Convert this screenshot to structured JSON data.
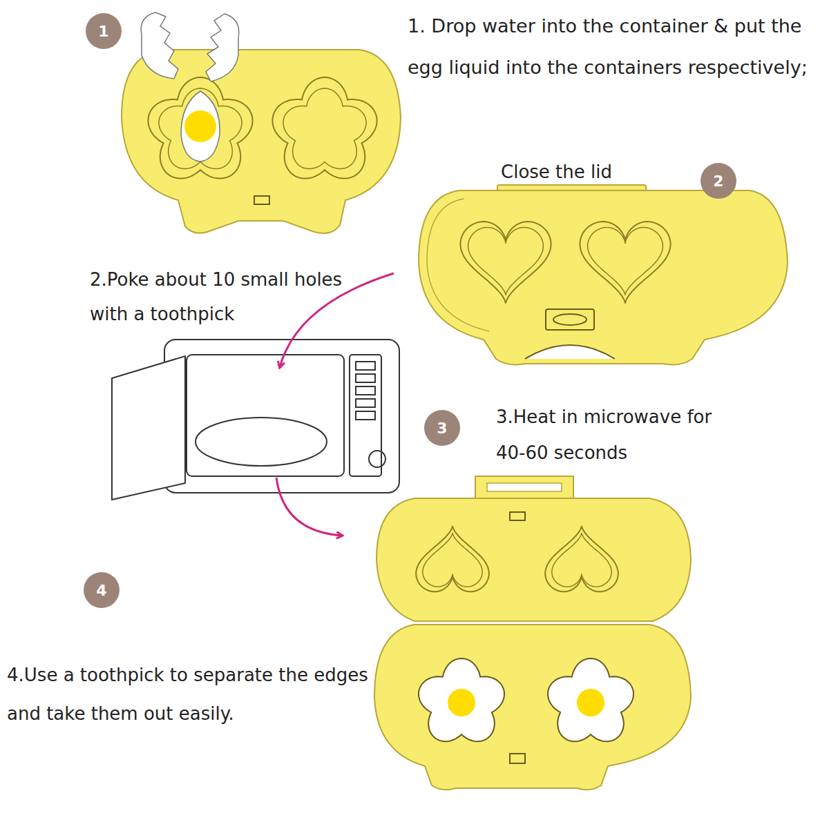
{
  "diagram": {
    "nodes": [
      {
        "text": [
          "1"
        ]
      },
      {
        "text": [
          "2"
        ]
      },
      {
        "text": [
          "3"
        ]
      },
      {
        "text": [
          "4"
        ]
      }
    ],
    "labels": [
      "1. Drop water into the container & put the egg liquid into the containers respectively;",
      "Close the lid",
      "2.Poke about 10 small holes with a toothpick",
      "3.Heat in microwave for 40-60 seconds",
      "4.Use a toothpick to separate the edges and take them out easily."
    ]
  }
}
